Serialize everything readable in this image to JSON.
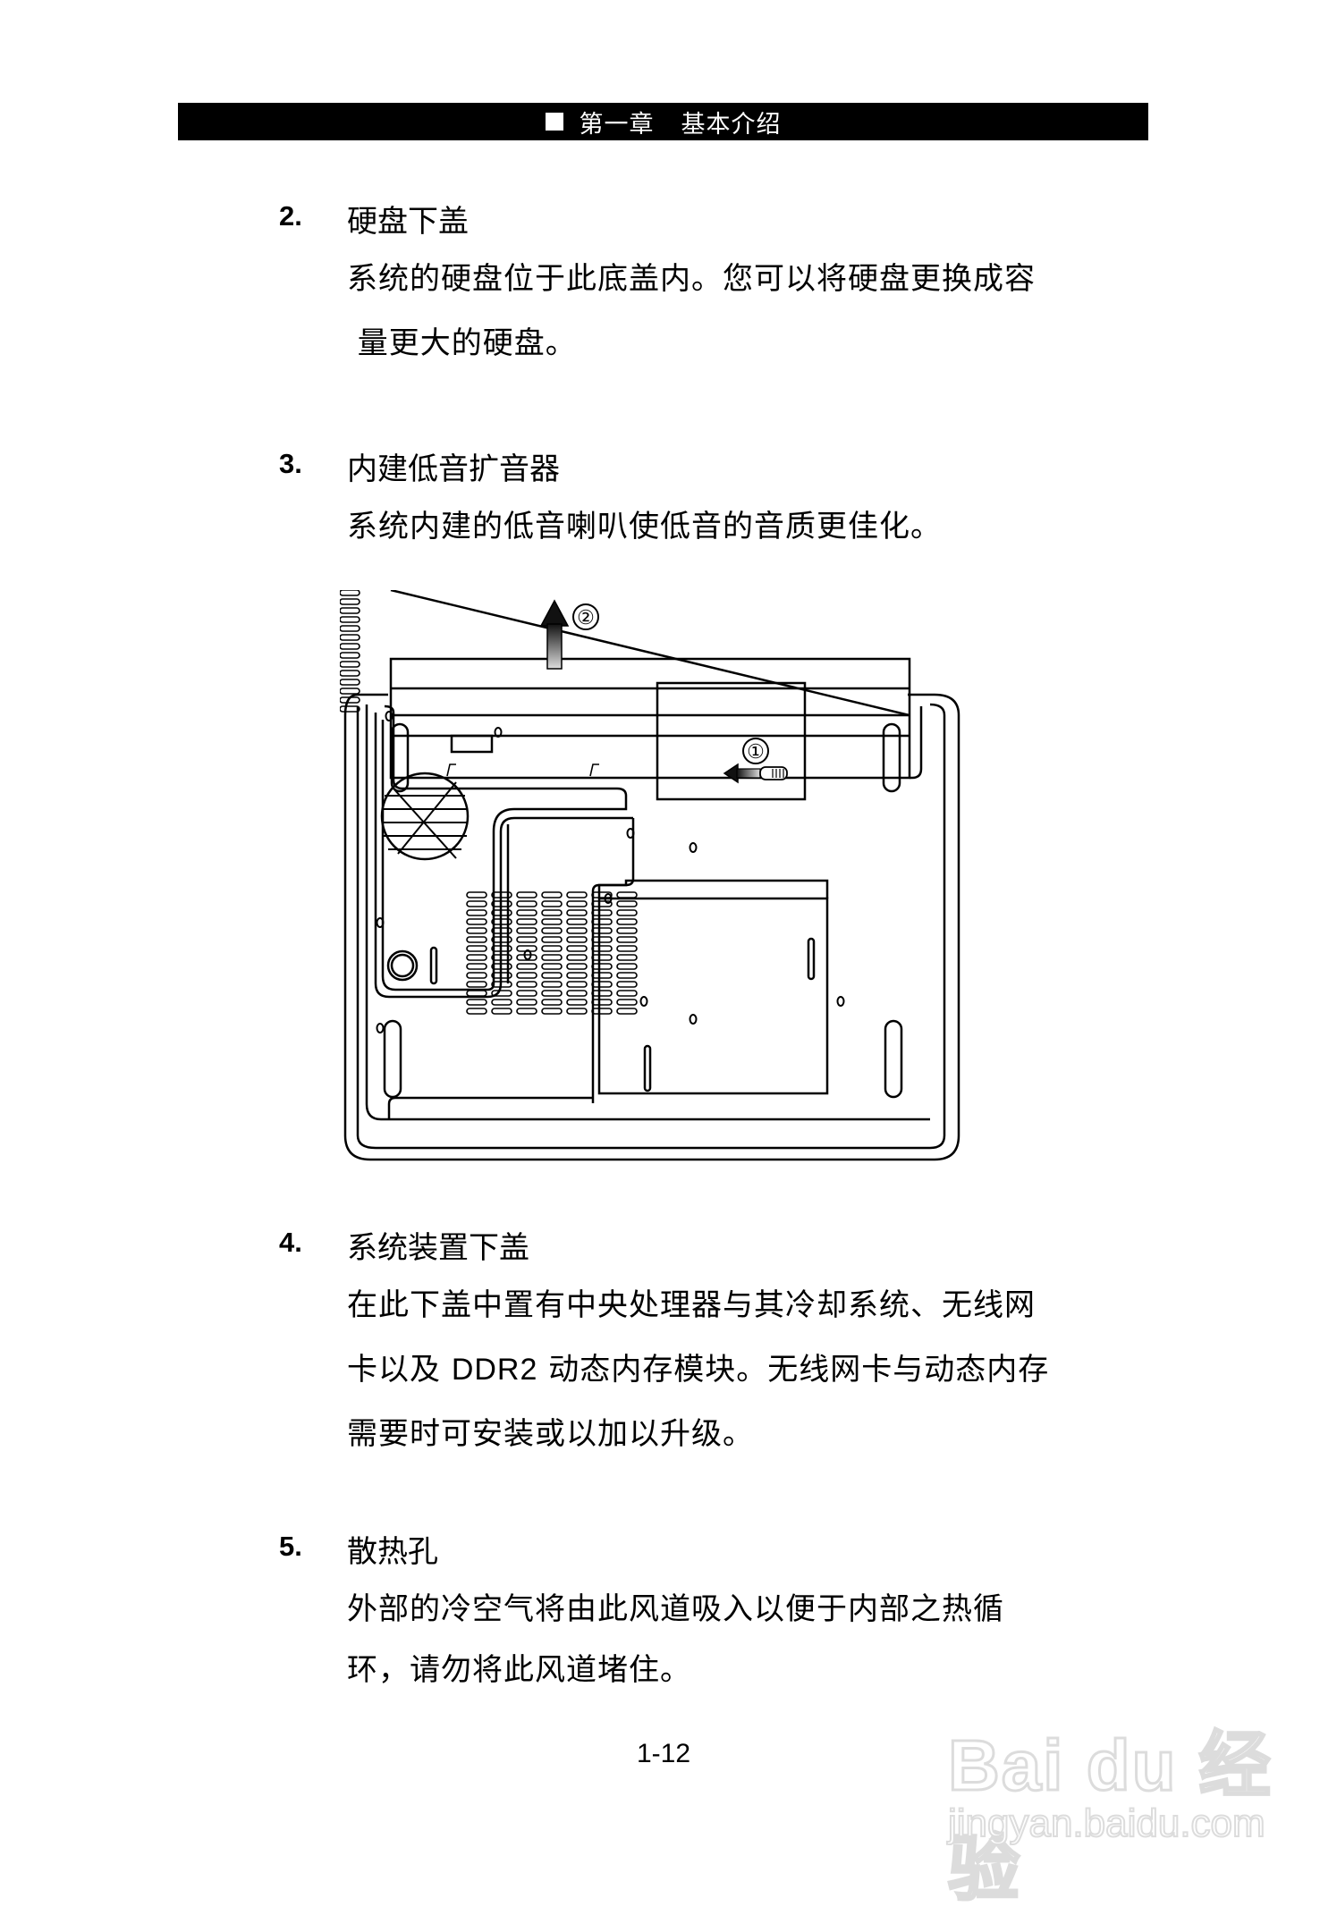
{
  "header": {
    "chapter": "第一章",
    "title": "基本介绍"
  },
  "sections": [
    {
      "number": "2.",
      "title": "硬盘下盖",
      "lines": [
        "系统的硬盘位于此底盖内。您可以将硬盘更换成容",
        " 量更大的硬盘。"
      ]
    },
    {
      "number": "3.",
      "title": "内建低音扩音器",
      "lines": [
        "系统内建的低音喇叭使低音的音质更佳化。"
      ]
    },
    {
      "number": "4.",
      "title": "系统装置下盖",
      "lines": [
        "在此下盖中置有中央处理器与其冷却系统、无线网",
        "卡以及",
        "DDR2",
        "动态内存模块。无线网卡与动态内存",
        "需要时可安装或以加以升级。"
      ]
    },
    {
      "number": "5.",
      "title": "散热孔",
      "lines": [
        "外部的冷空气将由此风道吸入以便于内部之热循",
        "环，请勿将此风道堵住。"
      ]
    }
  ],
  "diagram": {
    "callouts": [
      "①",
      "②"
    ],
    "description": "laptop-bottom-view-battery-removal"
  },
  "footer": {
    "page_number": "1-12"
  },
  "watermark": {
    "brand": "Bai du 经验",
    "url": "jingyan.baidu.com"
  }
}
